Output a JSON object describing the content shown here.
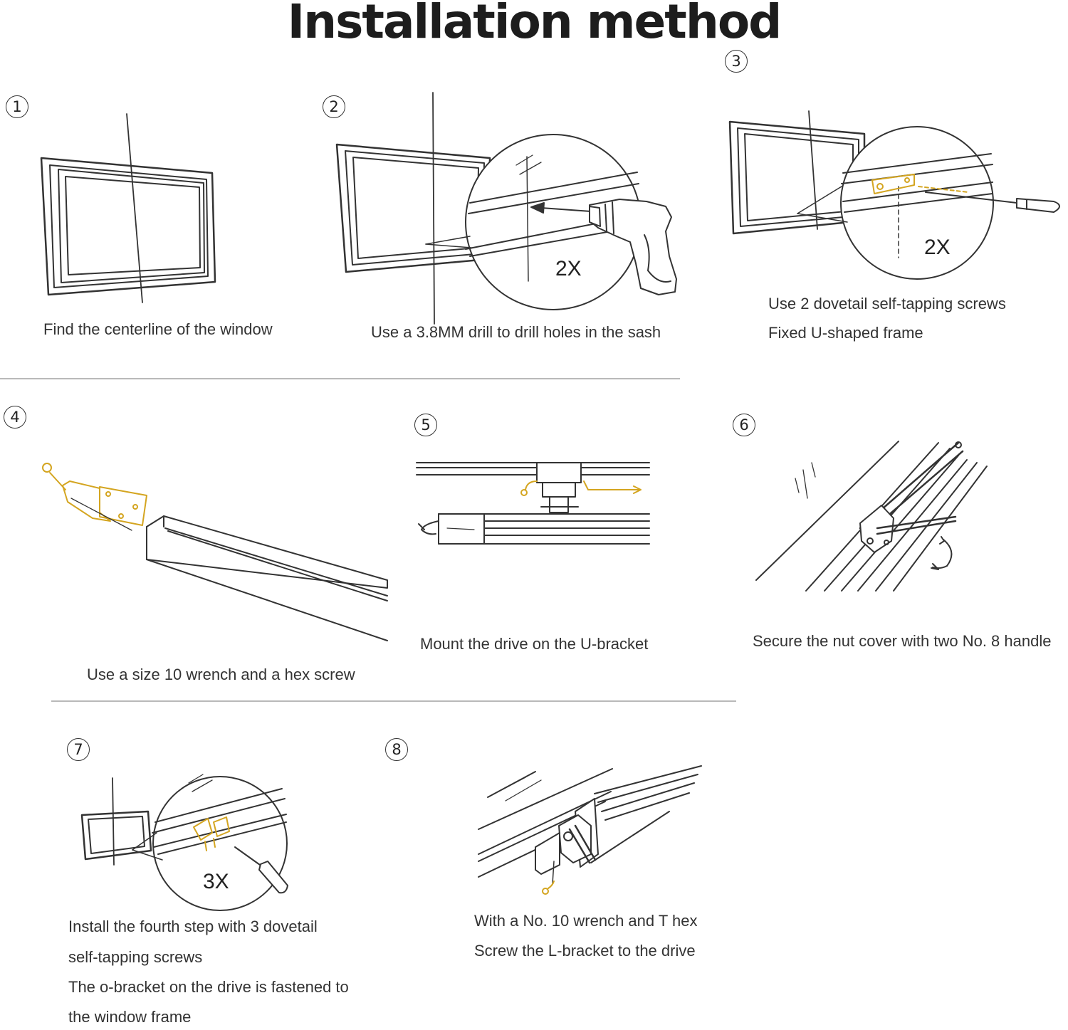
{
  "title": "Installation method",
  "accent_color": "#d4a520",
  "steps": [
    {
      "number": "1",
      "caption": "Find the centerline of the window"
    },
    {
      "number": "2",
      "caption": "Use a 3.8MM drill to drill holes in the sash",
      "multiplier": "2X"
    },
    {
      "number": "3",
      "caption_lines": [
        "Use 2 dovetail self-tapping screws",
        "Fixed U-shaped frame"
      ],
      "multiplier": "2X"
    },
    {
      "number": "4",
      "caption": "Use a size 10 wrench and a hex screw"
    },
    {
      "number": "5",
      "caption": "Mount the drive on the U-bracket"
    },
    {
      "number": "6",
      "caption": "Secure the nut cover with two No. 8 handle"
    },
    {
      "number": "7",
      "caption_lines": [
        "Install the fourth step with 3 dovetail",
        "self-tapping screws",
        "The o-bracket on the drive is fastened to",
        "the window frame"
      ],
      "multiplier": "3X"
    },
    {
      "number": "8",
      "caption_lines": [
        "With a No. 10 wrench and T hex",
        "Screw the L-bracket to the drive"
      ]
    }
  ]
}
